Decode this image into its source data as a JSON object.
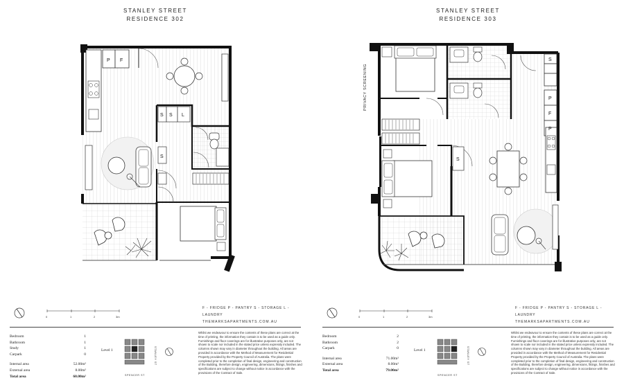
{
  "residences": [
    {
      "title_line1": "STANLEY STREET",
      "title_line2": "RESIDENCE 302",
      "room_labels": {
        "fridge": "F",
        "pantry": "P",
        "storage1": "S",
        "storage2": "S",
        "storage3": "S",
        "laundry": "L"
      },
      "specs": [
        {
          "label": "Bedroom",
          "value": "1"
        },
        {
          "label": "Bathroom",
          "value": "1"
        },
        {
          "label": "Study",
          "value": "1"
        },
        {
          "label": "Carpark",
          "value": "0"
        }
      ],
      "areas": [
        {
          "label": "Internal area",
          "value": "52.00m²"
        },
        {
          "label": "External area",
          "value": "8.00m²"
        },
        {
          "label": "Total area",
          "value": "60.00m²"
        }
      ],
      "level": "Level 1",
      "street_side": "STANLEY ST",
      "street_bottom": "SPENCER ST"
    },
    {
      "title_line1": "STANLEY STREET",
      "title_line2": "RESIDENCE 303",
      "privacy": "PRIVACY SCREENING",
      "room_labels": {
        "storage1": "S",
        "pantry1": "P",
        "fridge": "F",
        "pantry2": "P",
        "storage2": "S"
      },
      "specs": [
        {
          "label": "Bedroom",
          "value": "2"
        },
        {
          "label": "Bathroom",
          "value": "2"
        },
        {
          "label": "Carpark",
          "value": "0"
        }
      ],
      "areas": [
        {
          "label": "Internal area",
          "value": "71.00m²"
        },
        {
          "label": "External area",
          "value": "8.00m²"
        },
        {
          "label": "Total area",
          "value": "79.00m²"
        }
      ],
      "level": "Level 1",
      "street_side": "STANLEY ST",
      "street_bottom": "SPENCER ST"
    }
  ],
  "scale_labels": [
    "0",
    "1",
    "2",
    "3m"
  ],
  "legend": "F - FRIDGE     P - PANTRY     S - STORAGE     L - LAUNDRY",
  "website": "THEMARKSAPARTMENTS.COM.AU",
  "disclaimer": "Whilst we endeavour to ensure the contents of these plans are correct at the time of printing, the information they contain is to be used as a guide only. Furnishings and floor coverings are for illustrative purposes only, are not shown to scale nor included in the stated price unless expressly included. The columns shown may vary in diameter throughout the building. All areas are provided in accordance with the Method of Measurement for Residential Property provided by the Property Council of Australia. The plans were completed prior to the completion of final design, engineering and construction of the Building, therefore design, engineering, dimensions, fittings, finishes and specifications are subject to change without notice in accordance with the provisions of the Contract of Sale."
}
